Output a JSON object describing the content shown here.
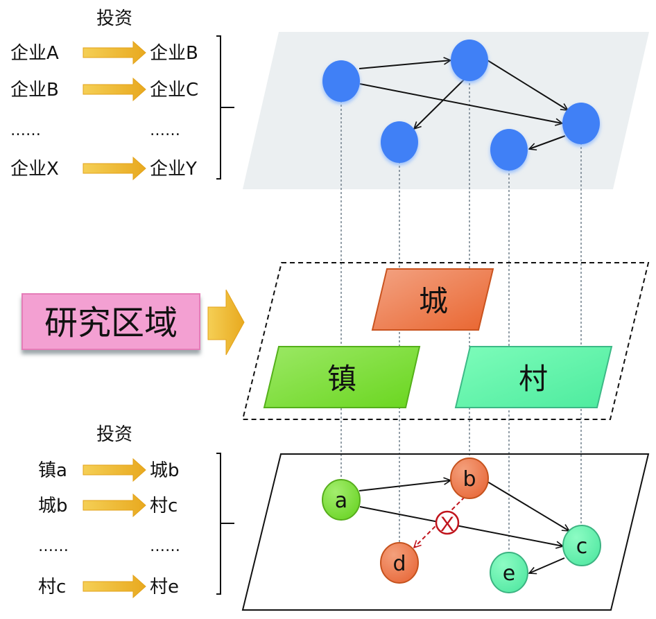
{
  "top_panel": {
    "heading": "投资",
    "rows": [
      {
        "from": "企业A",
        "to": "企业B"
      },
      {
        "from": "企业B",
        "to": "企业C"
      },
      {
        "from": "……",
        "to": "……",
        "ellipsis": true
      },
      {
        "from": "企业X",
        "to": "企业Y"
      }
    ]
  },
  "study_area": {
    "label": "研究区域",
    "regions": [
      {
        "id": "city",
        "label": "城",
        "color": "#ea7a4e"
      },
      {
        "id": "town",
        "label": "镇",
        "color": "#7fdc3a"
      },
      {
        "id": "village",
        "label": "村",
        "color": "#5ff0ac"
      }
    ]
  },
  "bottom_panel": {
    "heading": "投资",
    "rows": [
      {
        "from": "镇a",
        "to": "城b"
      },
      {
        "from": "城b",
        "to": "村c"
      },
      {
        "from": "……",
        "to": "……",
        "ellipsis": true
      },
      {
        "from": "村c",
        "to": "村e"
      }
    ]
  },
  "bottom_network": {
    "nodes": [
      {
        "id": "a",
        "label": "a",
        "type": "town"
      },
      {
        "id": "b",
        "label": "b",
        "type": "city"
      },
      {
        "id": "c",
        "label": "c",
        "type": "village"
      },
      {
        "id": "d",
        "label": "d",
        "type": "city"
      },
      {
        "id": "e",
        "label": "e",
        "type": "village"
      }
    ],
    "edges": [
      {
        "from": "a",
        "to": "b",
        "style": "solid"
      },
      {
        "from": "a",
        "to": "c",
        "style": "solid"
      },
      {
        "from": "b",
        "to": "c",
        "style": "solid"
      },
      {
        "from": "c",
        "to": "e",
        "style": "solid"
      },
      {
        "from": "b",
        "to": "d",
        "style": "blocked"
      }
    ],
    "blocked_marker": "X"
  },
  "top_network": {
    "edges": [
      {
        "from": "n1",
        "to": "n2"
      },
      {
        "from": "n1",
        "to": "n3"
      },
      {
        "from": "n2",
        "to": "n3"
      },
      {
        "from": "n2",
        "to": "n4"
      },
      {
        "from": "n3",
        "to": "n5"
      }
    ]
  },
  "colors": {
    "enterprise_node": "#3f7ef5",
    "arrow": "#f0b52c",
    "study_box": "#f3a0d2",
    "blocked": "#c0141c",
    "top_plane": "#ebeff1"
  }
}
